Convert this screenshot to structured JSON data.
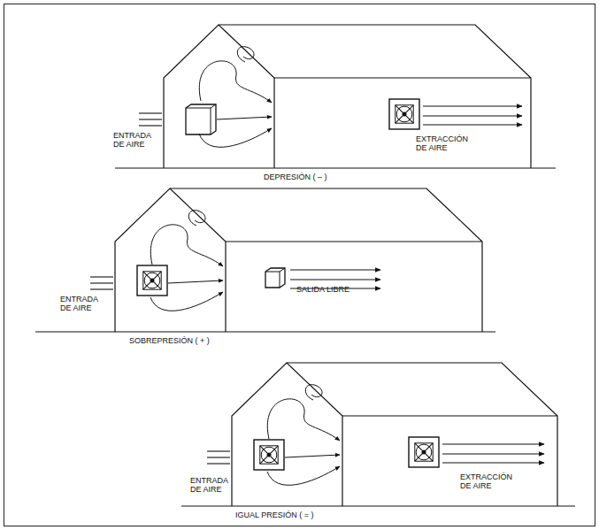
{
  "diagram": {
    "labels": [
      "ENTRADA DE AIRE",
      "EXTRACCIÓN DE AIRE",
      "DEPRESIÓN ( – )",
      "ENTRADA DE AIRE",
      "SALIDA LIBRE",
      "SOBREPRESIÓN ( + )",
      "ENTRADA DE AIRE",
      "EXTRACCIÓN DE AIRE",
      "IGUAL PRESIÓN ( = )"
    ]
  }
}
